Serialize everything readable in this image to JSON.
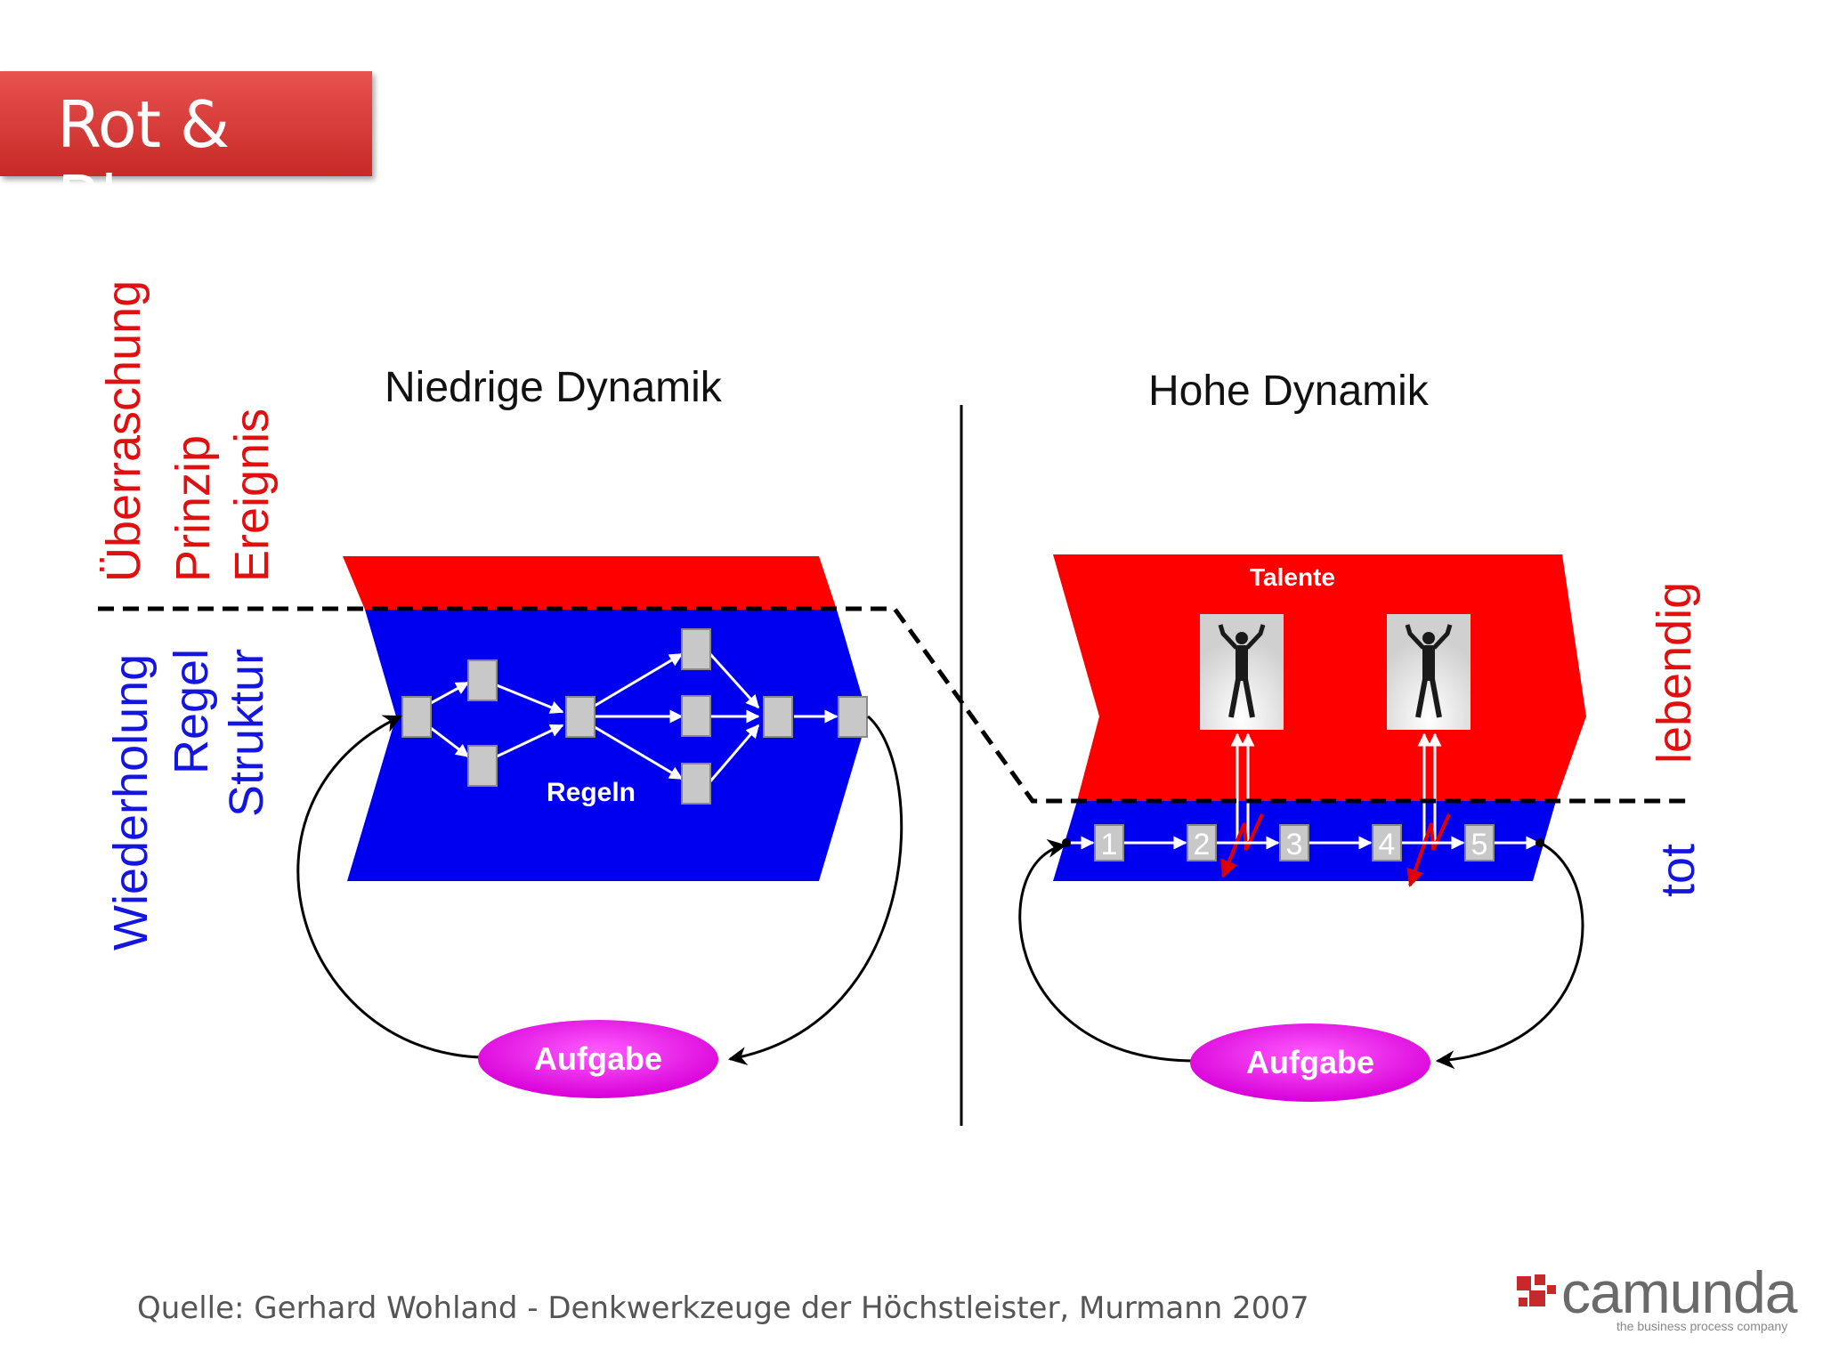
{
  "title": "Rot & Blau",
  "labels": {
    "red_words": [
      "Überraschung",
      "Prinzip",
      "Ereignis"
    ],
    "blue_words": [
      "Wiederholung",
      "Regel",
      "Struktur"
    ],
    "lebendig": "lebendig",
    "tot": "tot"
  },
  "left": {
    "heading": "Niedrige Dynamik",
    "rules_label": "Regeln",
    "task": "Aufgabe"
  },
  "right": {
    "heading": "Hohe Dynamik",
    "talents_label": "Talente",
    "steps": [
      "1",
      "2",
      "3",
      "4",
      "5"
    ],
    "task": "Aufgabe"
  },
  "source": "Quelle: Gerhard Wohland - Denkwerkzeuge der Höchstleister, Murmann 2007",
  "logo": {
    "wordmark": "camunda",
    "tagline": "the business process company"
  },
  "colors": {
    "red": "#ff0000",
    "blue": "#0000f0",
    "magenta": "#e800e8",
    "title_red": "#d9342f"
  }
}
